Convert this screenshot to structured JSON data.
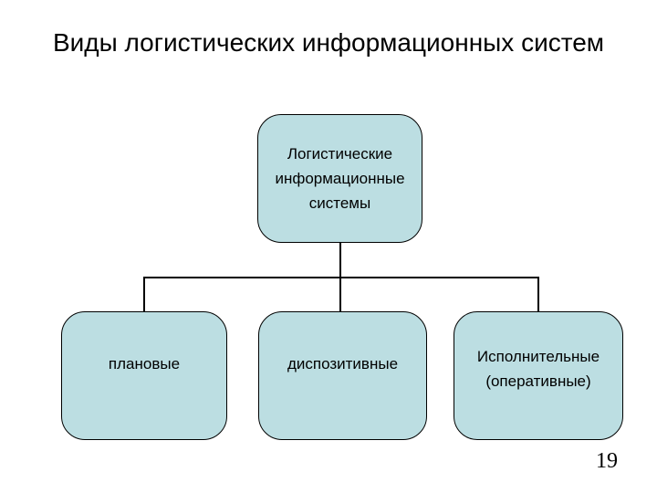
{
  "slide": {
    "title": "Виды логистических информационных систем",
    "page_number": "19",
    "colors": {
      "background": "#ffffff",
      "box_fill": "#bcdee2",
      "box_border": "#000000",
      "connector": "#000000",
      "text": "#000000"
    }
  },
  "diagram": {
    "root": {
      "label": "Логистические информационные системы"
    },
    "children": [
      {
        "label": "плановые"
      },
      {
        "label": "диспозитивные"
      },
      {
        "label": "Исполнительные (оперативные)"
      }
    ]
  }
}
